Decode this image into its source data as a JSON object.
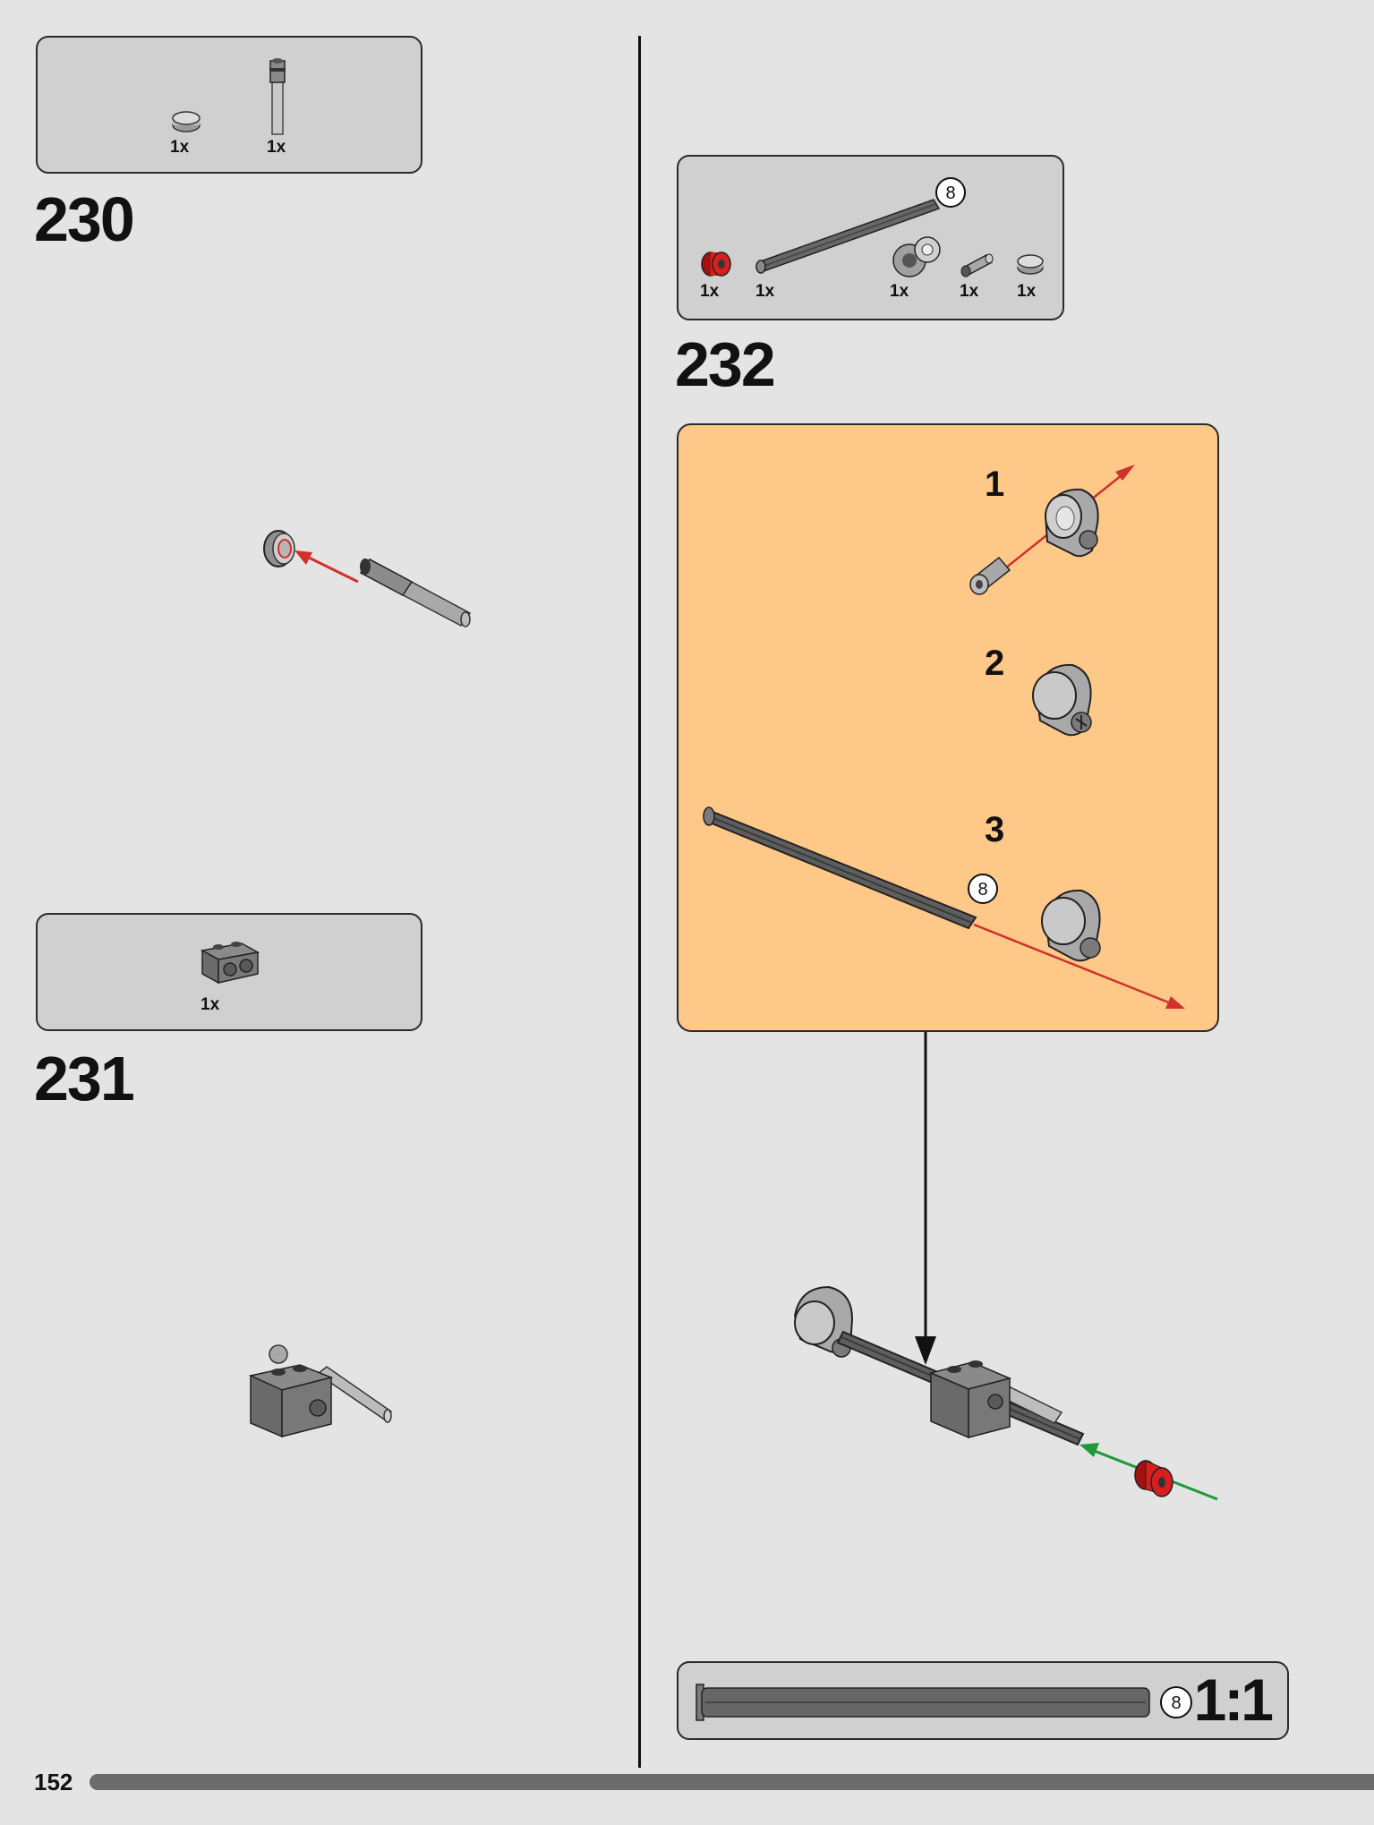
{
  "page": {
    "number": "152"
  },
  "steps": [
    {
      "number": "230",
      "parts": [
        {
          "qty": "1x",
          "icon": "round-tile-light-gray-icon"
        },
        {
          "qty": "1x",
          "icon": "axle-pin-light-gray-icon"
        }
      ]
    },
    {
      "number": "231",
      "parts": [
        {
          "qty": "1x",
          "icon": "technic-brick-dark-gray-icon"
        }
      ]
    },
    {
      "number": "232",
      "parts": [
        {
          "qty": "1x",
          "icon": "bush-red-icon"
        },
        {
          "qty": "1x",
          "icon": "axle-8-dark-gray-icon",
          "length": "8"
        },
        {
          "qty": "1x",
          "icon": "axle-connector-light-gray-icon"
        },
        {
          "qty": "1x",
          "icon": "pin-light-gray-icon"
        },
        {
          "qty": "1x",
          "icon": "round-tile-light-gray-icon"
        }
      ],
      "substeps": [
        "1",
        "2",
        "3"
      ],
      "callout_axle_length": "8"
    }
  ],
  "scale": {
    "label": "1:1",
    "axle_length": "8"
  },
  "colors": {
    "background": "#e4e4e4",
    "partbox": "#d0d0d0",
    "callout": "#fdc888",
    "arrow_red": "#d0312d",
    "arrow_green": "#1e9a3a",
    "red_part": "#d81f1f"
  }
}
